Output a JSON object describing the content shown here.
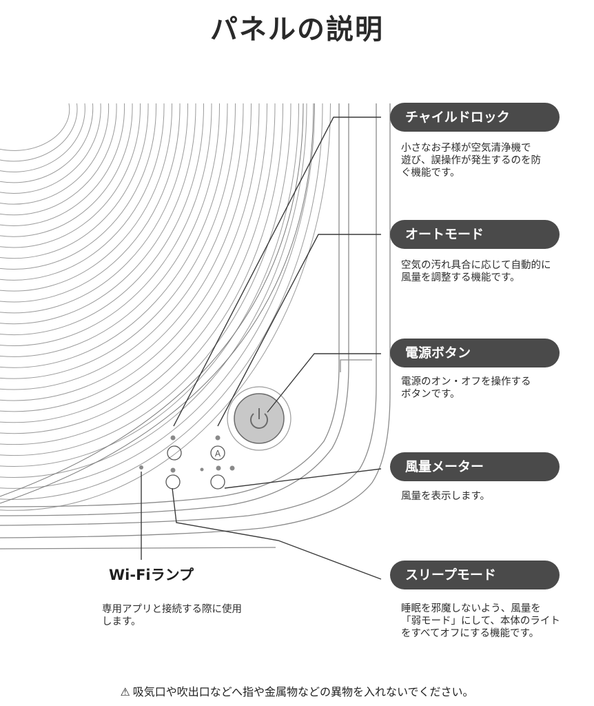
{
  "title": "パネルの説明",
  "callouts": [
    {
      "id": "child-lock",
      "label": "チャイルドロック",
      "desc": "小さなお子様が空気清浄機で\n遊び、誤操作が発生するのを防\nぐ機能です。"
    },
    {
      "id": "auto-mode",
      "label": "オートモード",
      "desc": "空気の汚れ具合に応じて自動的に\n風量を調整する機能です。"
    },
    {
      "id": "power-button",
      "label": "電源ボタン",
      "desc": "電源のオン・オフを操作する\nボタンです。"
    },
    {
      "id": "fan-meter",
      "label": "風量メーター",
      "desc": "風量を表示します。"
    },
    {
      "id": "sleep-mode",
      "label": "スリープモード",
      "desc": "睡眠を邪魔しないよう、風量を\n「弱モード」にして、本体のライト\nをすべてオフにする機能です。"
    }
  ],
  "wifi": {
    "label": "Wi-Fiランプ",
    "desc": "専用アプリと接続する際に使用\nします。"
  },
  "warning": {
    "icon": "warning-triangle-icon",
    "text": "吸気口や吹出口などへ指や金属物などの異物を入れないでください。"
  },
  "colors": {
    "pill": "#4a4a4a",
    "line": "#3a3a3a",
    "button": "#c8c8c8"
  }
}
